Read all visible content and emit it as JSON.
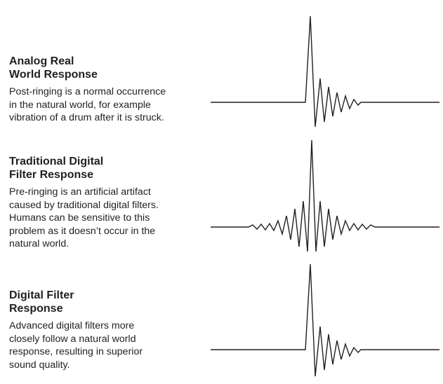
{
  "sections": [
    {
      "title_lines": [
        "Analog Real",
        "World Response"
      ],
      "desc_lines": [
        "Post-ringing is a normal occurrence",
        "in the natural world, for example",
        "vibration of a drum after it is struck."
      ]
    },
    {
      "title_lines": [
        "Traditional Digital",
        "Filter Response"
      ],
      "desc_lines": [
        "Pre-ringing is an artificial artifact",
        "caused by traditional digital filters.",
        "Humans can be sensitive to this",
        "problem as it doesn’t occur in the",
        "natural world."
      ]
    },
    {
      "title_lines": [
        "Digital Filter",
        "Response"
      ],
      "desc_lines": [
        "Advanced digital filters more",
        "closely follow a natural world",
        "response, resulting in superior",
        "sound quality."
      ]
    }
  ],
  "waveforms": [
    {
      "type": "post-ringing"
    },
    {
      "type": "pre-and-post-ringing"
    },
    {
      "type": "post-ringing"
    }
  ]
}
